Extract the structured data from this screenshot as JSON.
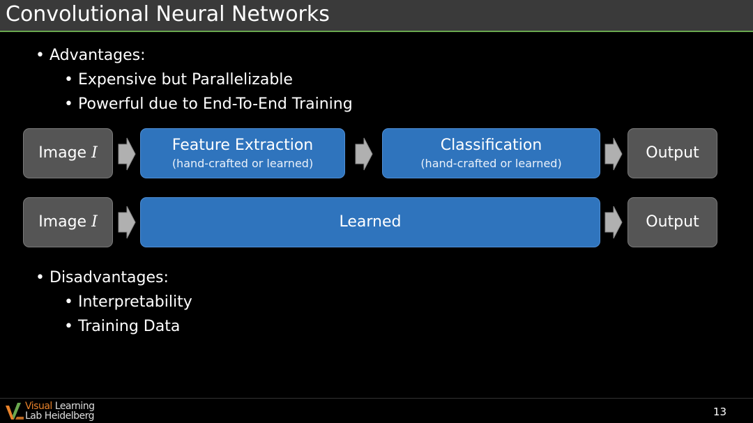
{
  "slide": {
    "title": "Convolutional Neural Networks",
    "page_number": "13"
  },
  "advantages": {
    "heading": "Advantages:",
    "items": [
      "Expensive but Parallelizable",
      "Powerful due to End-To-End Training"
    ]
  },
  "disadvantages": {
    "heading": "Disadvantages:",
    "items": [
      "Interpretability",
      "Training Data"
    ]
  },
  "pipeline1": {
    "input_label": "Image",
    "input_var": "I",
    "feature_title": "Feature Extraction",
    "feature_sub": "(hand-crafted or learned)",
    "class_title": "Classification",
    "class_sub": "(hand-crafted or learned)",
    "output_label": "Output"
  },
  "pipeline2": {
    "input_label": "Image",
    "input_var": "I",
    "learned_label": "Learned",
    "output_label": "Output"
  },
  "logo": {
    "line1_a": "V",
    "line1_b": "isual",
    "line1_c": " Learning",
    "line2_a": "Lab",
    "line2_b": " Heidelberg"
  },
  "colors": {
    "title_bar": "#3a3a3a",
    "title_underline": "#6aa84f",
    "blue_box": "#2f74bd",
    "gray_box": "#555555",
    "arrow": "#b0b0b0",
    "logo_accent": "#e8822a"
  }
}
